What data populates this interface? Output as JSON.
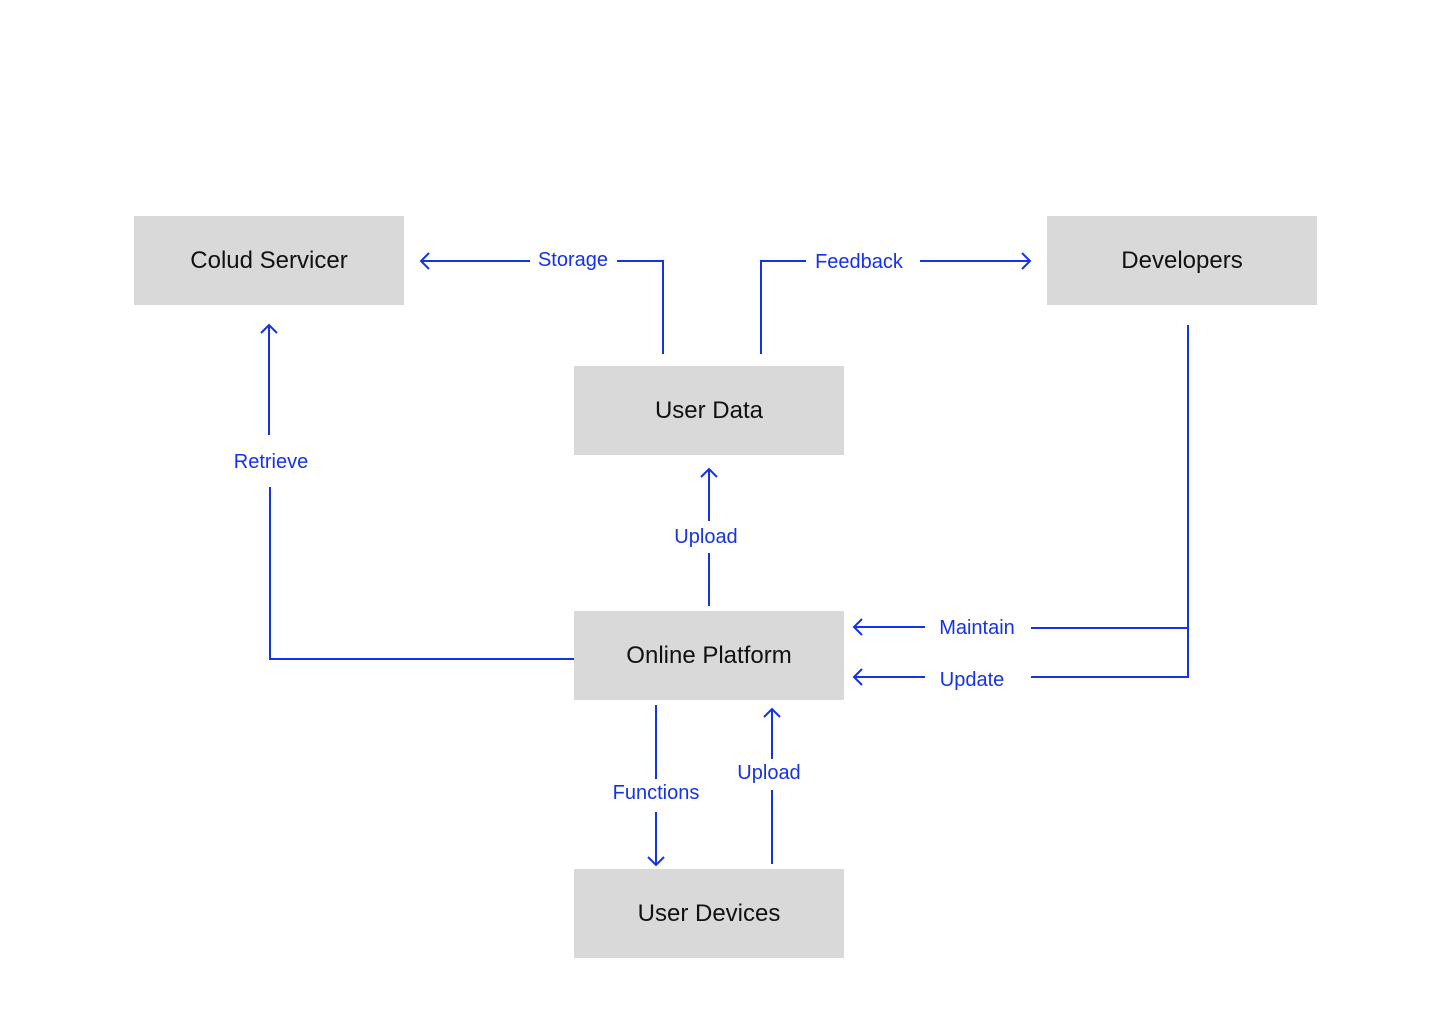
{
  "diagram": {
    "accent_color": "#1432e6",
    "node_color": "#d9d9d9",
    "nodes": {
      "cloud_servicer": "Colud Servicer",
      "developers": "Developers",
      "user_data": "User Data",
      "online_platform": "Online Platform",
      "user_devices": "User Devices"
    },
    "edges": {
      "storage": "Storage",
      "feedback": "Feedback",
      "retrieve": "Retrieve",
      "upload_data": "Upload",
      "maintain": "Maintain",
      "update": "Update",
      "functions": "Functions",
      "upload_devices": "Upload"
    }
  }
}
